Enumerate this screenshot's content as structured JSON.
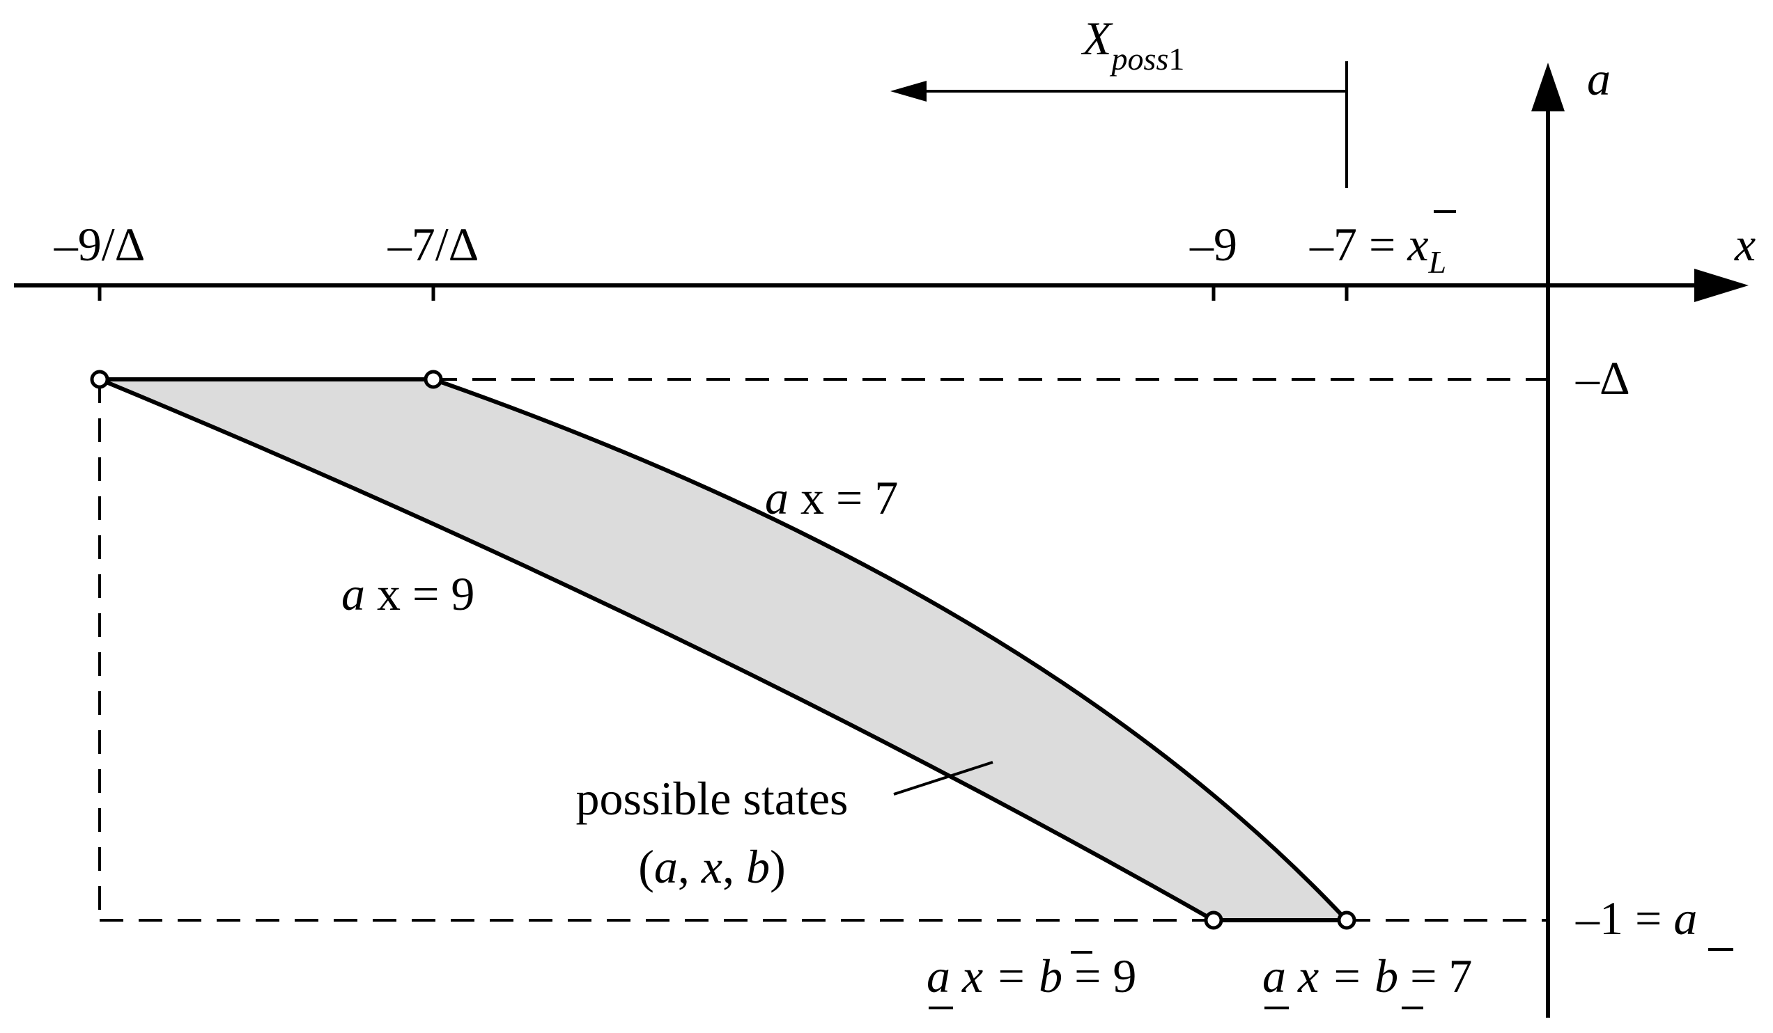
{
  "diagram": {
    "colors": {
      "line": "#000000",
      "region_fill": "#dcdcdc",
      "background": "#ffffff"
    },
    "axes": {
      "x_label": "x",
      "a_label": "a"
    },
    "top_annotation": {
      "main": "X",
      "subscript": "poss",
      "subscript_tail": "1"
    },
    "x_ticks": {
      "t1": "–9/Δ",
      "t2": "–7/Δ",
      "t3": "–9",
      "t4": {
        "prefix": "–7 = ",
        "var": "x",
        "sub": "L"
      }
    },
    "a_ticks": {
      "upper": "–Δ",
      "lower": {
        "prefix": "–1 = ",
        "var": "a"
      }
    },
    "curves": {
      "upper": {
        "a": "a",
        "rest": " x = 7"
      },
      "lower": {
        "a": "a",
        "rest": " x = 9"
      }
    },
    "region": {
      "line1": "possible states",
      "line2": {
        "open": "(",
        "a": "a",
        "sep1": ", ",
        "x": "x",
        "sep2": ", ",
        "b": "b",
        "close": ")"
      }
    },
    "bottom_labels": {
      "left": {
        "a": "a",
        "mid": " x = ",
        "b": "b",
        "tail": " = 9"
      },
      "right": {
        "a": "a",
        "mid": " x = ",
        "b": "b",
        "tail": " = 7"
      }
    }
  }
}
